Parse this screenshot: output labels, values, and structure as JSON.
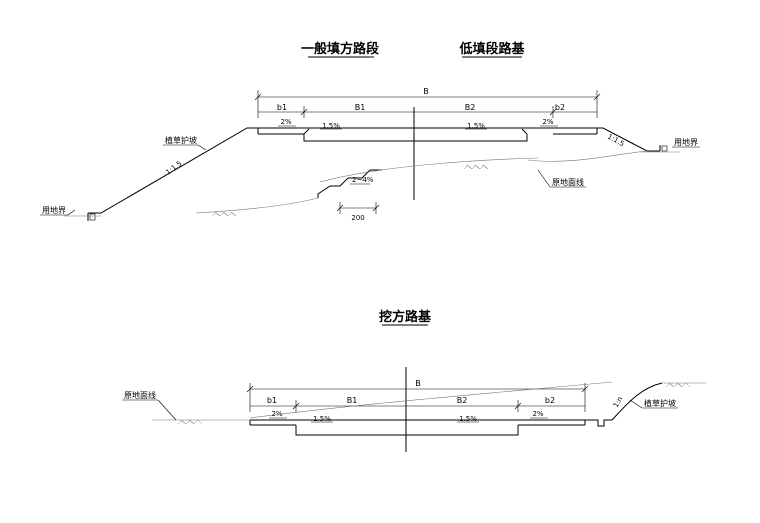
{
  "fill_section": {
    "title_general": "一般填方路段",
    "title_low": "低填段路基",
    "dim_total": "B",
    "dim_b1": "b1",
    "dim_B1": "B1",
    "dim_B2": "B2",
    "dim_b2": "b2",
    "slope_left_shoulder": "2%",
    "slope_left_lane": "1.5%",
    "slope_right_lane": "1.5%",
    "slope_right_shoulder": "2%",
    "label_grass_slope": "植草护坡",
    "label_ratio_left": "1:1.5",
    "label_ratio_right": "1:1.5",
    "label_boundary_left": "用地界",
    "label_boundary_right": "用地界",
    "label_step_slope": "2~4%",
    "label_step_width": "200",
    "label_ground": "原地面线"
  },
  "cut_section": {
    "title": "挖方路基",
    "dim_total": "B",
    "dim_b1": "b1",
    "dim_B1": "B1",
    "dim_B2": "B2",
    "dim_b2": "b2",
    "slope_left_shoulder": "2%",
    "slope_left_lane": "1.5%",
    "slope_right_lane": "1.5%",
    "slope_right_shoulder": "2%",
    "label_ground": "原地面线",
    "label_ratio": "1:n",
    "label_grass_slope": "植草护坡"
  }
}
